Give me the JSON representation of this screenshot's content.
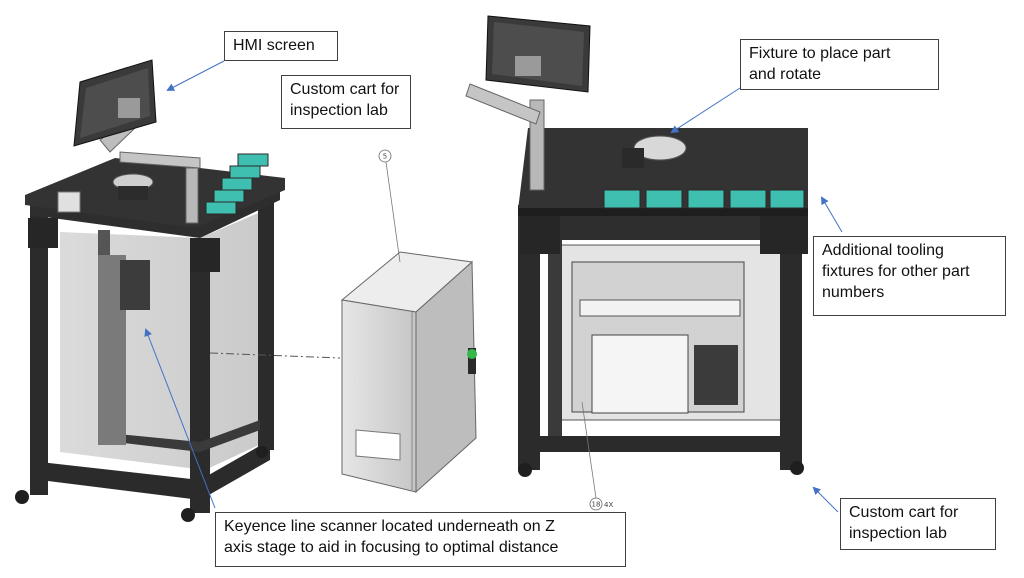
{
  "callouts": {
    "hmi_screen": [
      "HMI screen"
    ],
    "custom_cart_top": [
      "Custom cart for",
      "inspection lab"
    ],
    "fixture": [
      "Fixture to place part",
      "and rotate"
    ],
    "additional_tooling": [
      "Additional tooling",
      "fixtures for other part",
      "numbers"
    ],
    "custom_cart_bottom": [
      "Custom cart for",
      "inspection lab"
    ],
    "keyence": [
      "Keyence line scanner located underneath on Z",
      "axis stage to aid in focusing to optimal distance"
    ]
  },
  "balloons": {
    "enclosure": "5",
    "foot": "18",
    "foot_qty": "4X"
  },
  "colors": {
    "leader_arrow": "#4472c4",
    "frame_dark": "#2b2b2b",
    "tabletop": "#333333",
    "panel_gray": "#c8c8c8",
    "fixture_teal": "#3fbfb0",
    "enclosure_light": "#dcdcdc"
  }
}
